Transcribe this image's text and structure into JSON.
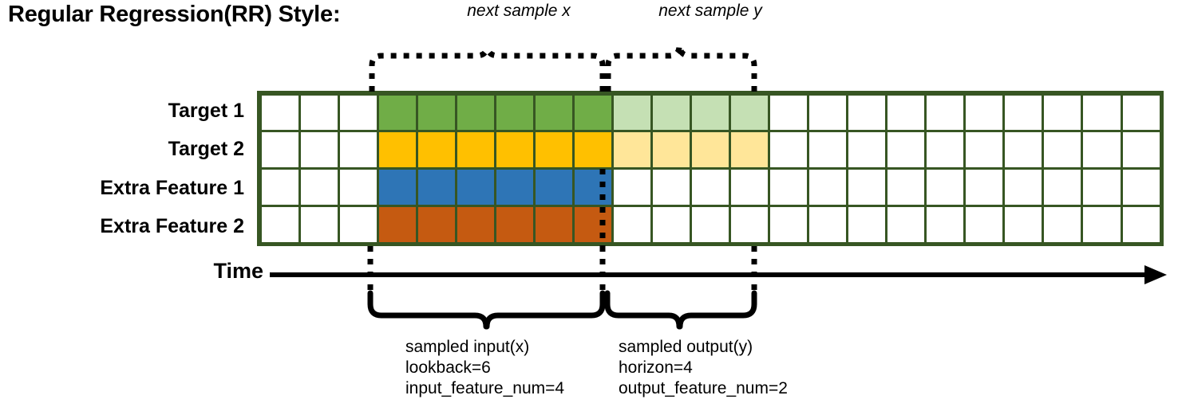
{
  "title": "Regular Regression(RR) Style:",
  "rows": [
    {
      "label": "Target 1",
      "name": "target-1"
    },
    {
      "label": "Target 2",
      "name": "target-2"
    },
    {
      "label": "Extra Feature 1",
      "name": "extra-feature-1"
    },
    {
      "label": "Extra Feature 2",
      "name": "extra-feature-2"
    }
  ],
  "time_axis": {
    "label": "Time"
  },
  "top_annotations": [
    {
      "label": "next sample x",
      "name": "next-sample-x"
    },
    {
      "label": "next sample y",
      "name": "next-sample-y"
    }
  ],
  "bottom_annotations": [
    {
      "name": "sampled-input",
      "lines": [
        "sampled input(x)",
        "lookback=6",
        "input_feature_num=4"
      ]
    },
    {
      "name": "sampled-output",
      "lines": [
        "sampled output(y)",
        "horizon=4",
        "output_feature_num=2"
      ]
    }
  ],
  "colors": {
    "grid_border": "#375623",
    "target1_input": "#70ad47",
    "target1_output": "#c5e0b4",
    "target2_input": "#ffc000",
    "target2_output": "#ffe699",
    "extra1_input": "#2e75b6",
    "extra2_input": "#c55a11",
    "empty": "#ffffff"
  },
  "grid": {
    "columns": 23,
    "input_start_col": 3,
    "lookback": 6,
    "horizon": 4,
    "cells": [
      [
        "white",
        "white",
        "white",
        "green",
        "green",
        "green",
        "green",
        "green",
        "green",
        "lgreen",
        "lgreen",
        "lgreen",
        "lgreen",
        "white",
        "white",
        "white",
        "white",
        "white",
        "white",
        "white",
        "white",
        "white",
        "white"
      ],
      [
        "white",
        "white",
        "white",
        "amber",
        "amber",
        "amber",
        "amber",
        "amber",
        "amber",
        "lamber",
        "lamber",
        "lamber",
        "lamber",
        "white",
        "white",
        "white",
        "white",
        "white",
        "white",
        "white",
        "white",
        "white",
        "white"
      ],
      [
        "white",
        "white",
        "white",
        "blue",
        "blue",
        "blue",
        "blue",
        "blue",
        "blue",
        "white",
        "white",
        "white",
        "white",
        "white",
        "white",
        "white",
        "white",
        "white",
        "white",
        "white",
        "white",
        "white",
        "white"
      ],
      [
        "white",
        "white",
        "white",
        "orange",
        "orange",
        "orange",
        "orange",
        "orange",
        "orange",
        "white",
        "white",
        "white",
        "white",
        "white",
        "white",
        "white",
        "white",
        "white",
        "white",
        "white",
        "white",
        "white",
        "white"
      ]
    ]
  }
}
